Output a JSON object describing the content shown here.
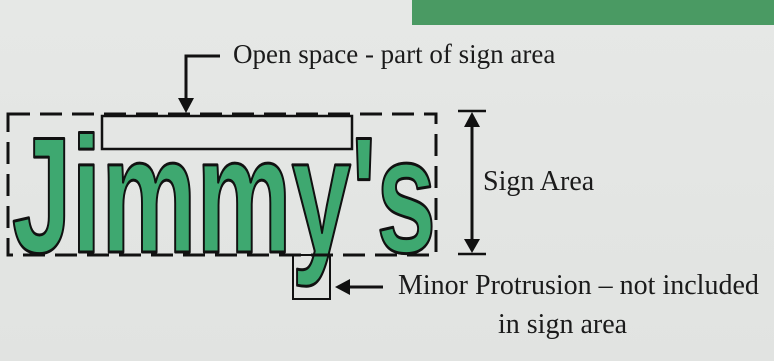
{
  "diagram": {
    "sign_word": "Jimmy's",
    "labels": {
      "open_space": "Open space - part of sign area",
      "sign_area": "Sign Area",
      "minor_protrusion": "Minor Protrusion – not included",
      "minor_protrusion_cont": "in sign area"
    }
  },
  "colors": {
    "letter_fill": "#3ea870",
    "top_band": "#4a9a63",
    "dashed_outline": "#111111",
    "background": "#e4e6e4"
  }
}
